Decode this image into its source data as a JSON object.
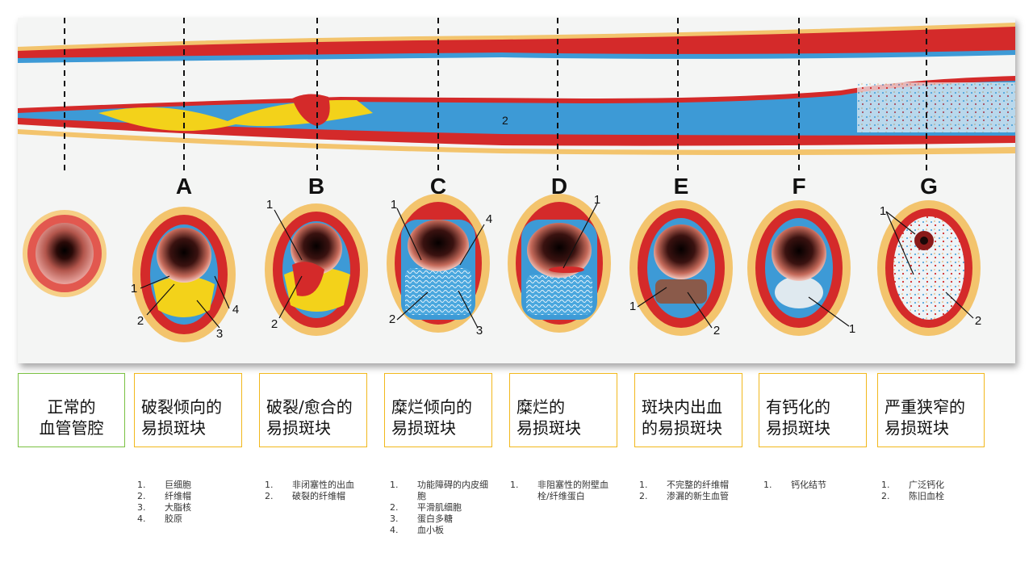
{
  "diagram": {
    "letters": [
      "A",
      "B",
      "C",
      "D",
      "E",
      "F",
      "G"
    ],
    "vessel_label": "2",
    "colors": {
      "wall": "#d42a2a",
      "adventitia": "#f3c46d",
      "plaque_blue": "#3d9ad6",
      "lipid": "#f3d21a",
      "lumen": "#1a0808"
    },
    "sections": [
      {
        "letter": "A",
        "callouts": [
          "1",
          "2",
          "3",
          "4"
        ]
      },
      {
        "letter": "B",
        "callouts": [
          "1",
          "2"
        ]
      },
      {
        "letter": "C",
        "callouts": [
          "1",
          "4",
          "2",
          "3"
        ]
      },
      {
        "letter": "D",
        "callouts": [
          "1"
        ]
      },
      {
        "letter": "E",
        "callouts": [
          "1",
          "2"
        ]
      },
      {
        "letter": "F",
        "callouts": [
          "1"
        ]
      },
      {
        "letter": "G",
        "callouts": [
          "1",
          "2"
        ]
      }
    ]
  },
  "categories": [
    {
      "line1": "正常的",
      "line2": "血管管腔"
    },
    {
      "line1": "破裂倾向的",
      "line2": "易损斑块"
    },
    {
      "line1": "破裂/愈合的",
      "line2": "易损斑块"
    },
    {
      "line1": "糜烂倾向的",
      "line2": "易损斑块"
    },
    {
      "line1": "糜烂的",
      "line2": "易损斑块"
    },
    {
      "line1": "斑块内出血",
      "line2": "的易损斑块"
    },
    {
      "line1": "有钙化的",
      "line2": "易损斑块"
    },
    {
      "line1": "严重狭窄的",
      "line2": "易损斑块"
    }
  ],
  "notes": [
    [],
    [
      {
        "num": "1.",
        "text": "巨细胞"
      },
      {
        "num": "2.",
        "text": "纤维帽"
      },
      {
        "num": "3.",
        "text": "大脂核"
      },
      {
        "num": "4.",
        "text": "胶原"
      }
    ],
    [
      {
        "num": "1.",
        "text": "非闭塞性的出血"
      },
      {
        "num": "2.",
        "text": "破裂的纤维帽"
      }
    ],
    [
      {
        "num": "1.",
        "text": "功能障碍的内皮细胞"
      },
      {
        "num": "2.",
        "text": "平滑肌细胞"
      },
      {
        "num": "3.",
        "text": "蛋白多糖"
      },
      {
        "num": "4.",
        "text": "血小板"
      }
    ],
    [
      {
        "num": "1.",
        "text": "非阻塞性的附壁血栓/纤维蛋白"
      }
    ],
    [
      {
        "num": "1.",
        "text": "不完整的纤维帽"
      },
      {
        "num": "2.",
        "text": "渗漏的新生血管"
      }
    ],
    [
      {
        "num": "1.",
        "text": "钙化结节"
      }
    ],
    [
      {
        "num": "1.",
        "text": "广泛钙化"
      },
      {
        "num": "2.",
        "text": "陈旧血栓"
      }
    ]
  ]
}
